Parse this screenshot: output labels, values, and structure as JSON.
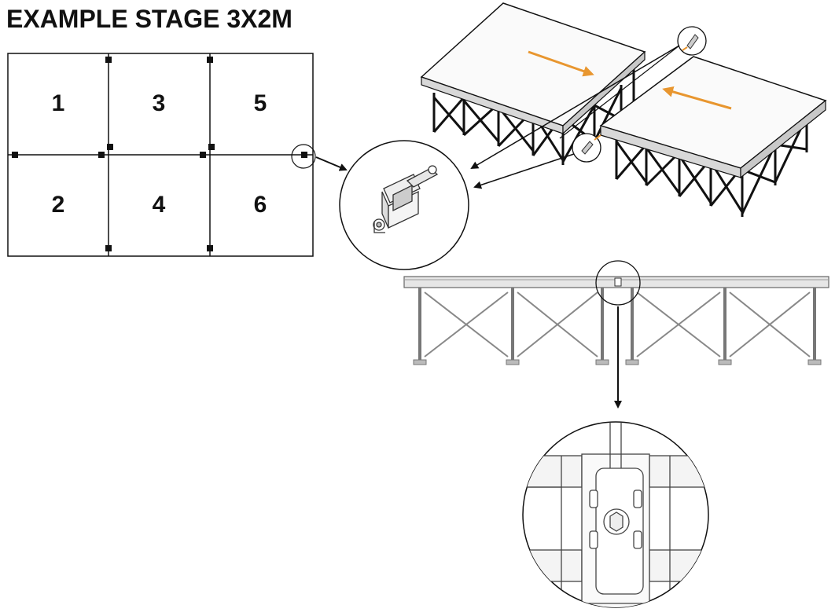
{
  "title": "EXAMPLE STAGE 3X2M",
  "platforms": [
    "1",
    "2",
    "3",
    "4",
    "5",
    "6"
  ],
  "colors": {
    "line": "#111111",
    "arrow_accent": "#e8962f",
    "deck_edge": "#888888"
  },
  "icons": [
    "connector-clamp-icon",
    "connector-closeup-icon"
  ]
}
